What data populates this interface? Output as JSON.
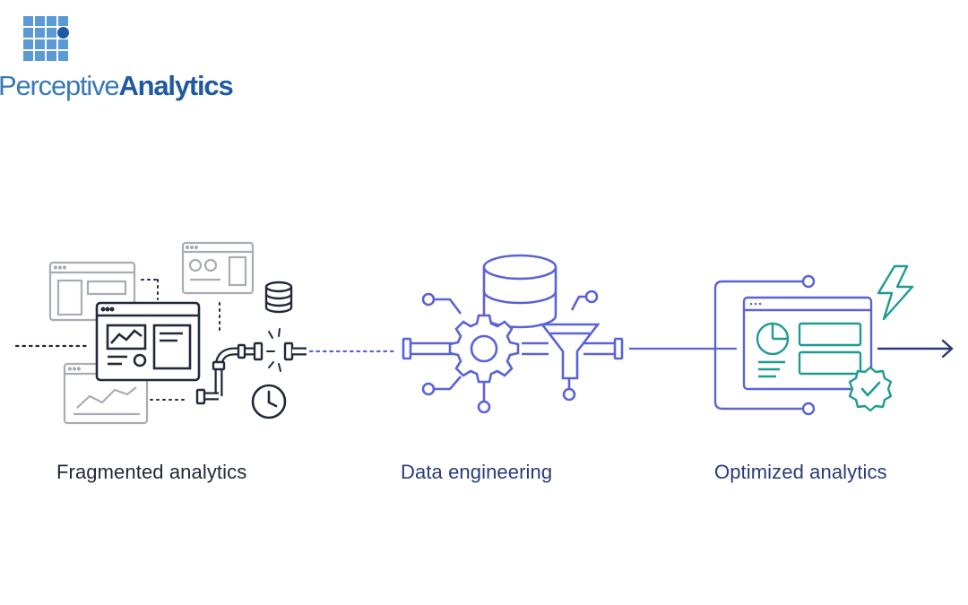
{
  "brand": {
    "name_light": "Perceptive",
    "name_bold": "Analytics",
    "colors": {
      "light": "#3a78b8",
      "dark": "#1f5aa0",
      "grid": "#5b9bd5"
    }
  },
  "stages": [
    {
      "label": "Fragmented analytics",
      "color": "#23283a",
      "icons": [
        "browser-window-icon",
        "database-icon",
        "broken-pipe-icon",
        "clock-icon",
        "line-chart-icon"
      ]
    },
    {
      "label": "Data engineering",
      "color": "#2a3a7a",
      "icons": [
        "database-icon",
        "gear-icon",
        "funnel-icon",
        "pipe-icon"
      ]
    },
    {
      "label": "Optimized analytics",
      "color": "#2a3a7a",
      "icons": [
        "dashboard-icon",
        "pie-chart-icon",
        "lightning-icon",
        "verified-badge-icon",
        "arrow-right-icon"
      ]
    }
  ],
  "colors": {
    "gray": "#a9acb4",
    "dark": "#23283a",
    "indigo": "#5a63d6",
    "teal": "#1f9a94",
    "navy": "#2a3a7a"
  }
}
